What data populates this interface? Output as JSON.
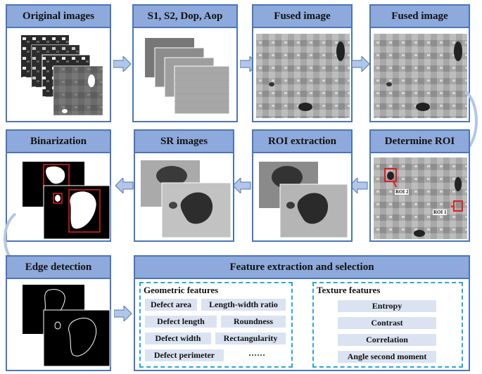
{
  "steps": {
    "original": "Original images",
    "params": "S1, S2, Dop, Aop",
    "fused1": "Fused image",
    "fused2": "Fused image",
    "determine_roi": "Determine ROI",
    "roi_extraction": "ROI extraction",
    "sr": "SR images",
    "binarization": "Binarization",
    "edge": "Edge detection",
    "feature": "Feature extraction and selection"
  },
  "roi_labels": {
    "roi1": "ROI 1",
    "roi2": "ROI 2"
  },
  "geometric": {
    "title": "Geometric features",
    "items": [
      "Defect area",
      "Length-width ratio",
      "Defect length",
      "Roundness",
      "Defect width",
      "Rectangularity",
      "Defect perimeter",
      "······"
    ]
  },
  "texture": {
    "title": "Texture features",
    "items": [
      "Entropy",
      "Contrast",
      "Correlation",
      "Angle second moment"
    ]
  },
  "colors": {
    "header": "#8ea9db",
    "border": "#4a76b8",
    "dashed": "#2aa7d8",
    "chip": "#dbe3f2",
    "arrow": "#b4c6e7",
    "roi": "#e02020"
  }
}
